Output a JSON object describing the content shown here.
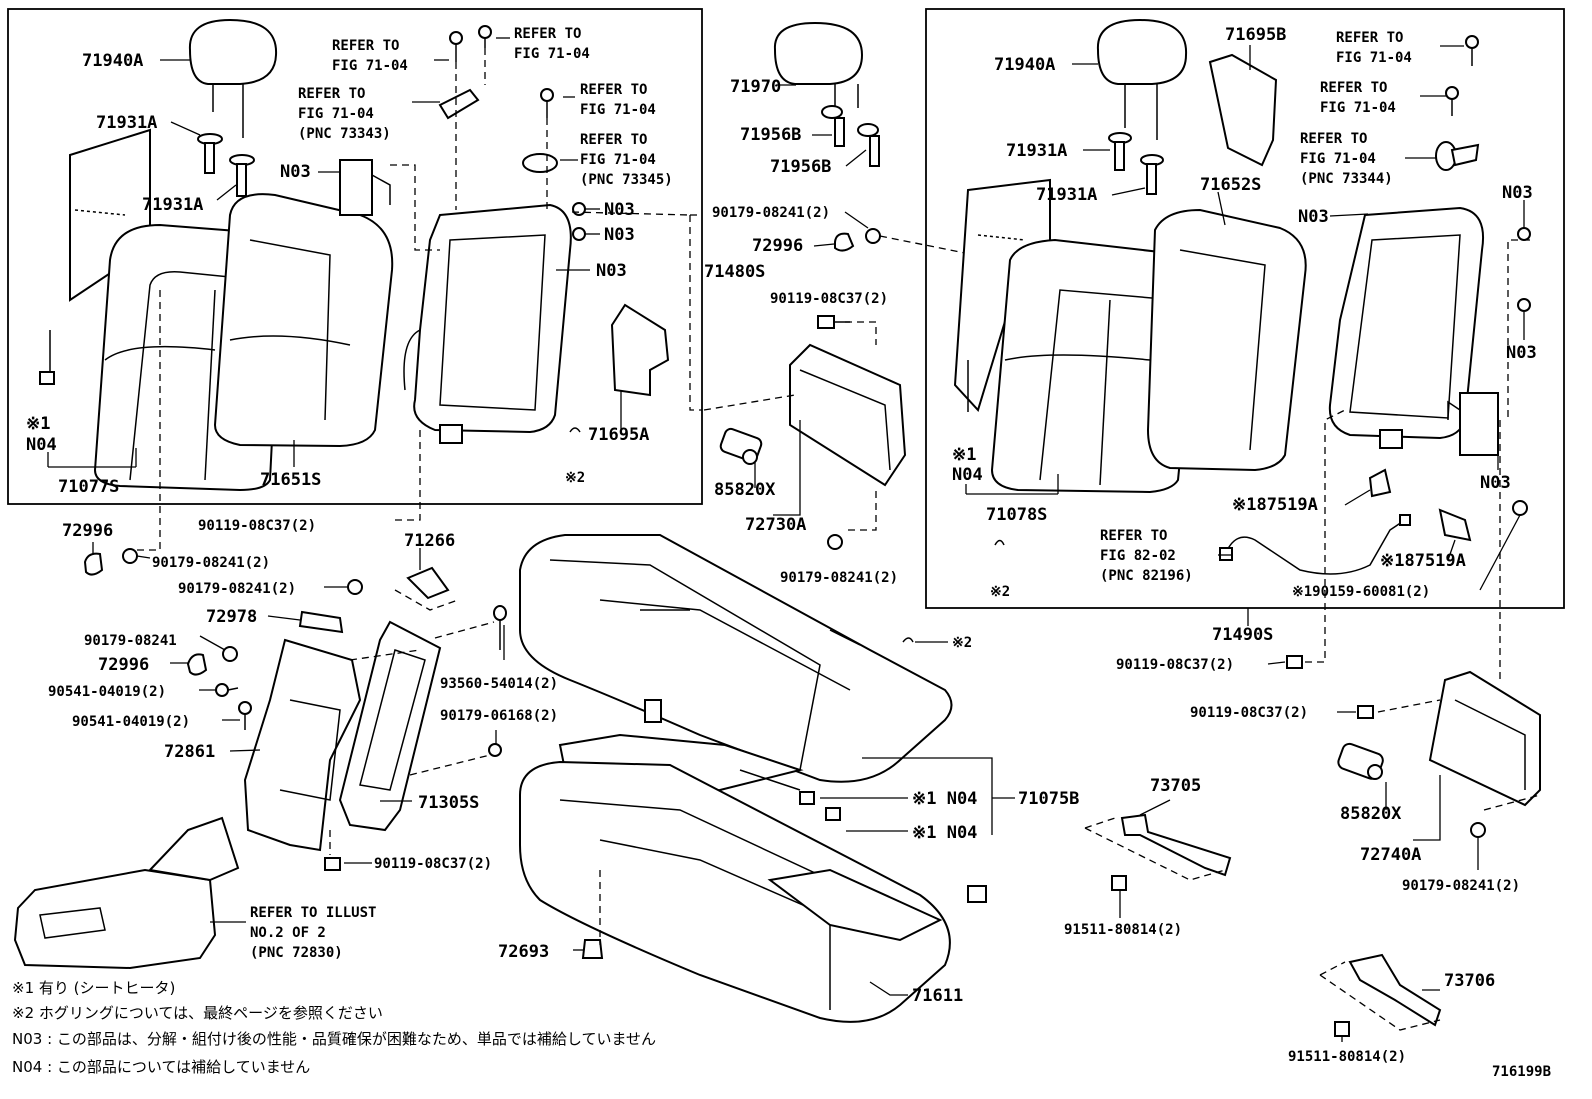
{
  "diagram_id": "716199B",
  "labels": {
    "l71940A_left": "71940A",
    "l71931A_l1": "71931A",
    "l71931A_l2": "71931A",
    "refer_fig7104_a": "REFER TO\nFIG 71-04",
    "refer_fig7104_b": "REFER TO\nFIG 71-04",
    "refer_fig7104_c": "REFER TO\nFIG 71-04\n(PNC 73343)",
    "refer_fig7104_d": "REFER TO\nFIG 71-04",
    "refer_fig7104_e": "REFER TO\nFIG 71-04\n(PNC 73345)",
    "n03_l1": "N03",
    "n03_l2": "N03",
    "n03_l3": "N03",
    "n03_l4": "N03",
    "mark1_l": "※1",
    "n04_l": "N04",
    "l71077S": "71077S",
    "l71651S": "71651S",
    "l71695A": "71695A",
    "mark2_l": "※2",
    "l71970": "71970",
    "l71956B_1": "71956B",
    "l71956B_2": "71956B",
    "l90179_08241_2_a": "90179-08241(2)",
    "l72996_c": "72996",
    "l71480S": "71480S",
    "l90119_08C37_2_a": "90119-08C37(2)",
    "l85820X_l": "85820X",
    "l72730A": "72730A",
    "l90179_08241_2_b": "90179-08241(2)",
    "l72996_l": "72996",
    "l90119_08C37_2_b": "90119-08C37(2)",
    "l90179_08241_2_c": "90179-08241(2)",
    "l71266": "71266",
    "l90179_08241_2_d": "90179-08241(2)",
    "l72978": "72978",
    "l90179_08241": "90179-08241",
    "l72996_l2": "72996",
    "l90541_04019_2_a": "90541-04019(2)",
    "l90541_04019_2_b": "90541-04019(2)",
    "l72861": "72861",
    "l93560_54014_2": "93560-54014(2)",
    "l90179_06168_2": "90179-06168(2)",
    "l71305S": "71305S",
    "l90119_08C37_2_c": "90119-08C37(2)",
    "refer_illust": "REFER TO ILLUST\nNO.2 OF 2\n(PNC 72830)",
    "l72693": "72693",
    "l71611": "71611",
    "mark2_c": "※2",
    "n04_c1": "※1 N04",
    "n04_c2": "※1 N04",
    "l71075B": "71075B",
    "l73705": "73705",
    "l91511_80814_2_a": "91511-80814(2)",
    "l71940A_r": "71940A",
    "l71931A_r1": "71931A",
    "l71931A_r2": "71931A",
    "l71695B": "71695B",
    "l71652S": "71652S",
    "refer_fig7104_f": "REFER TO\nFIG 71-04",
    "refer_fig7104_g": "REFER TO\nFIG 71-04",
    "refer_fig7104_h": "REFER TO\nFIG 71-04\n(PNC 73344)",
    "n03_r1": "N03",
    "n03_r2": "N03",
    "n03_r3": "N03",
    "n03_r4": "N03",
    "mark1_r": "※1",
    "n04_r": "N04",
    "l71078S": "71078S",
    "mark2_r": "※2",
    "refer_fig8202": "REFER TO\nFIG 82-02\n(PNC 82196)",
    "l87519A_1": "※187519A",
    "l87519A_2": "※187519A",
    "l90159_60081_2": "※190159-60081(2)",
    "l71490S": "71490S",
    "l90119_08C37_2_d": "90119-08C37(2)",
    "l90119_08C37_2_e": "90119-08C37(2)",
    "l85820X_r": "85820X",
    "l72740A": "72740A",
    "l90179_08241_2_e": "90179-08241(2)",
    "l73706": "73706",
    "l91511_80814_2_b": "91511-80814(2)"
  },
  "notes": [
    "※1 有り (シートヒータ)",
    "※2 ホグリングについては、最終ページを参照ください",
    "N03 : この部品は、分解・組付け後の性能・品質確保が困難なため、単品では補給していません",
    "N04 : この部品については補給していません"
  ]
}
